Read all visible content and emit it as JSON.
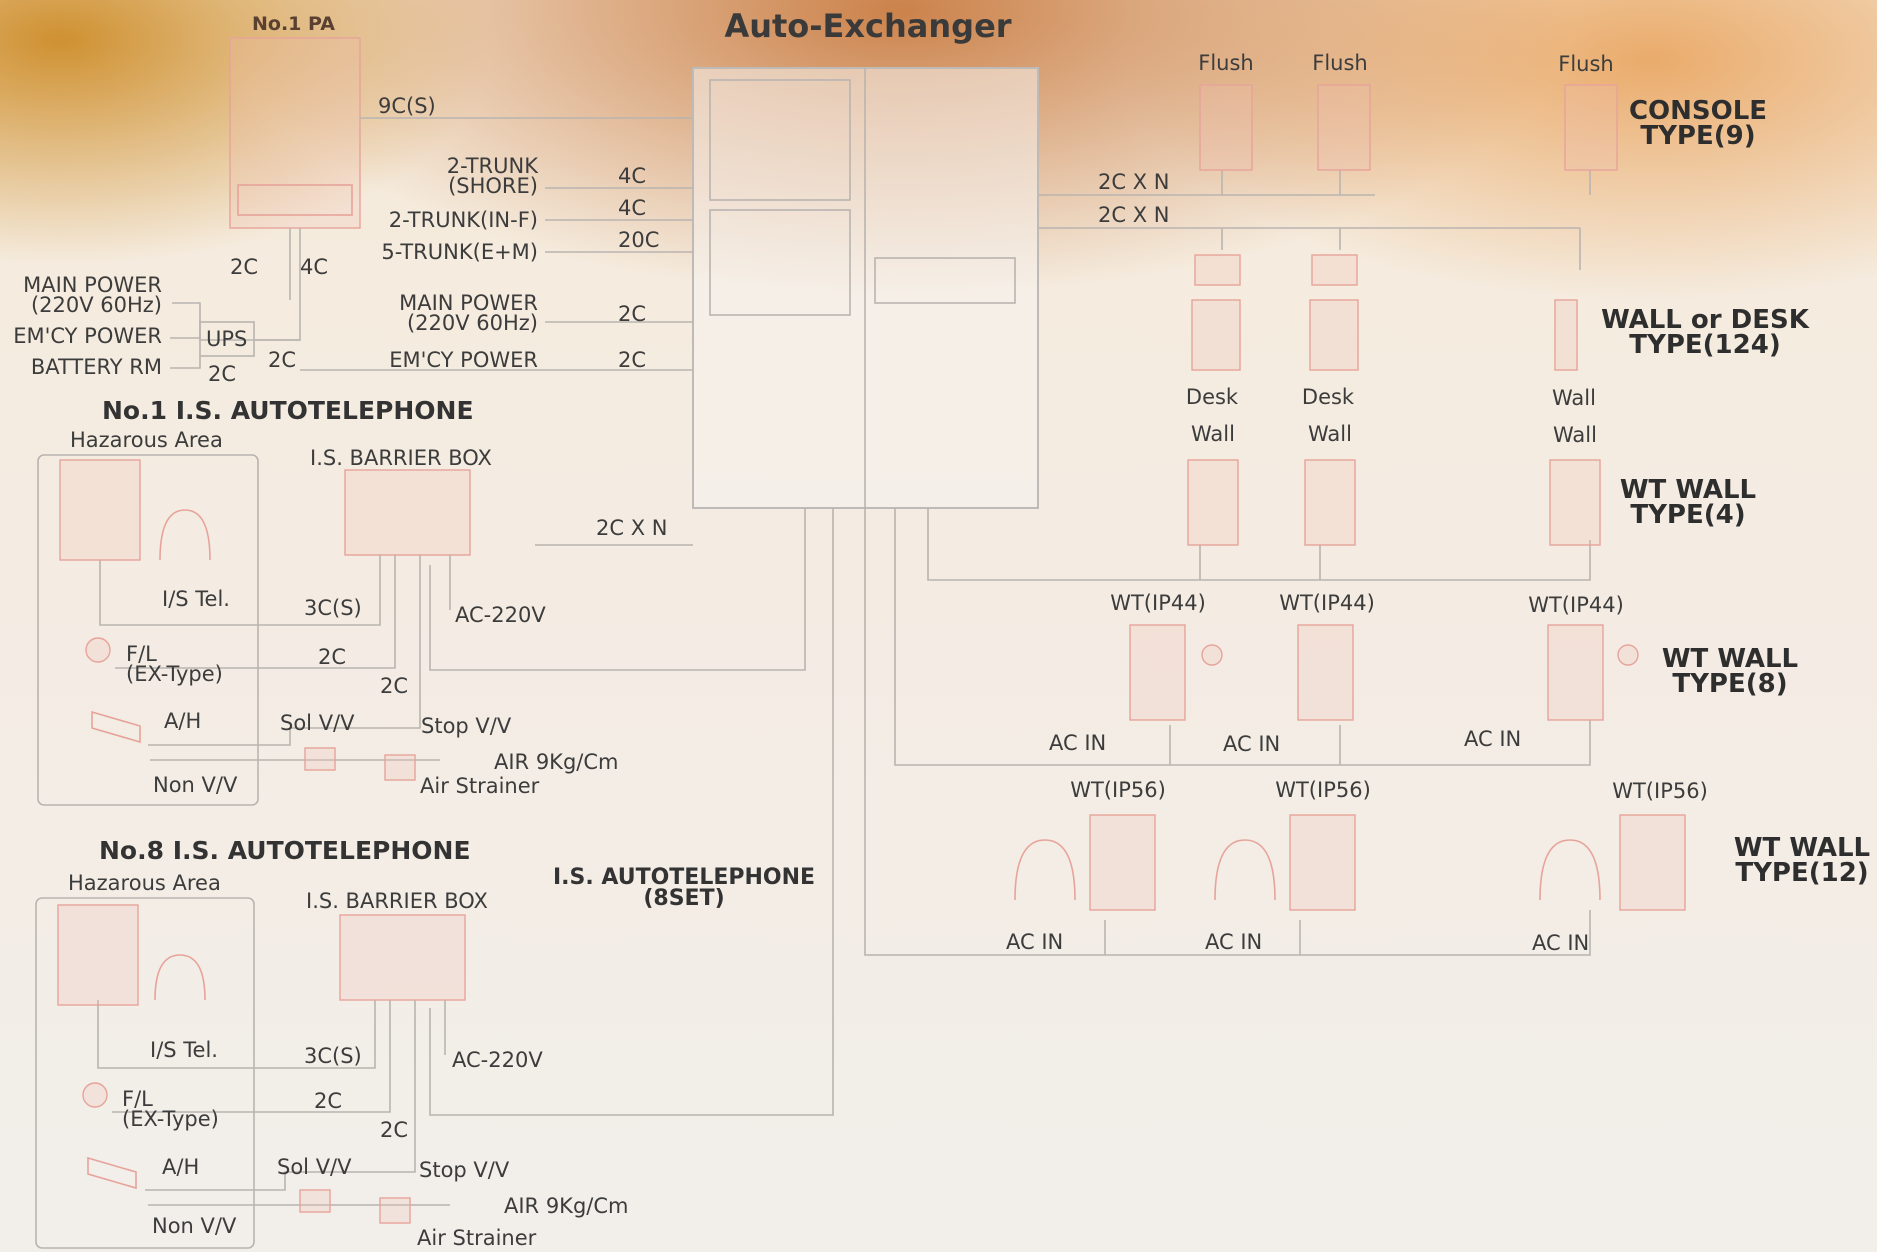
{
  "title": "Auto-Exchanger",
  "pa_label": "No.1 PA",
  "pa_link": "9C(S)",
  "exchange_inputs": [
    {
      "label": "2-TRUNK\n(SHORE)",
      "cores": "4C"
    },
    {
      "label": "2-TRUNK(IN-F)",
      "cores": "4C"
    },
    {
      "label": "5-TRUNK(E+M)",
      "cores": "20C"
    },
    {
      "label": "MAIN POWER\n(220V 60Hz)",
      "cores": "2C"
    },
    {
      "label": "EM'CY POWER",
      "cores": "2C"
    }
  ],
  "pa_power": {
    "main_power": "MAIN POWER\n(220V 60Hz)",
    "emcy_power": "EM'CY POWER",
    "battery_rm": "BATTERY RM",
    "ups": "UPS",
    "c_2c_main": "2C",
    "c_4c": "4C",
    "c_2c_ups": "2C",
    "c_2c_batt": "2C"
  },
  "field_links": [
    "2C X N",
    "2C X N"
  ],
  "exchange_to_is_link": "2C X N",
  "stations": {
    "console": {
      "heading": "CONSOLE\nTYPE(9)",
      "labels": [
        "Flush",
        "Flush",
        "Flush"
      ]
    },
    "wall_desk": {
      "heading": "WALL or DESK\nTYPE(124)",
      "labels": [
        "Desk",
        "Desk",
        "Wall"
      ]
    },
    "wt_wall_4": {
      "heading": "WT WALL\nTYPE(4)",
      "labels": [
        "Wall",
        "Wall",
        "Wall"
      ]
    },
    "wt_wall_8": {
      "heading": "WT WALL\nTYPE(8)",
      "labels": [
        "WT(IP44)",
        "WT(IP44)",
        "WT(IP44)"
      ],
      "ac": [
        "AC IN",
        "AC IN",
        "AC IN"
      ]
    },
    "wt_wall_12": {
      "heading": "WT WALL\nTYPE(12)",
      "labels": [
        "WT(IP56)",
        "WT(IP56)",
        "WT(IP56)"
      ],
      "ac": [
        "AC IN",
        "AC IN",
        "AC IN"
      ]
    }
  },
  "is_sets": [
    {
      "title": "No.1 I.S. AUTOTELEPHONE",
      "area": "Hazarous Area",
      "barrier": "I.S. BARRIER BOX",
      "tel": "I/S Tel.",
      "tel_cable": "3C(S)",
      "ac": "AC-220V",
      "fl": "F/L\n(EX-Type)",
      "fl_cable": "2C",
      "ah_cable": "2C",
      "ah": "A/H",
      "sol": "Sol V/V",
      "stop": "Stop V/V",
      "air": "AIR 9Kg/Cm",
      "non": "Non V/V",
      "strainer": "Air Strainer"
    },
    {
      "title": "No.8 I.S. AUTOTELEPHONE",
      "area": "Hazarous Area",
      "barrier": "I.S. BARRIER BOX",
      "tel": "I/S Tel.",
      "tel_cable": "3C(S)",
      "ac": "AC-220V",
      "fl": "F/L\n(EX-Type)",
      "fl_cable": "2C",
      "ah_cable": "2C",
      "ah": "A/H",
      "sol": "Sol V/V",
      "stop": "Stop V/V",
      "air": "AIR 9Kg/Cm",
      "non": "Non V/V",
      "strainer": "Air Strainer"
    }
  ],
  "is_group_note": "I.S. AUTOTELEPHONE\n(8SET)",
  "colors": {
    "line": "#b9b4b0",
    "equipment": "#e7a39a",
    "text": "#3c3c3c",
    "background_warm": "#c8803a"
  }
}
